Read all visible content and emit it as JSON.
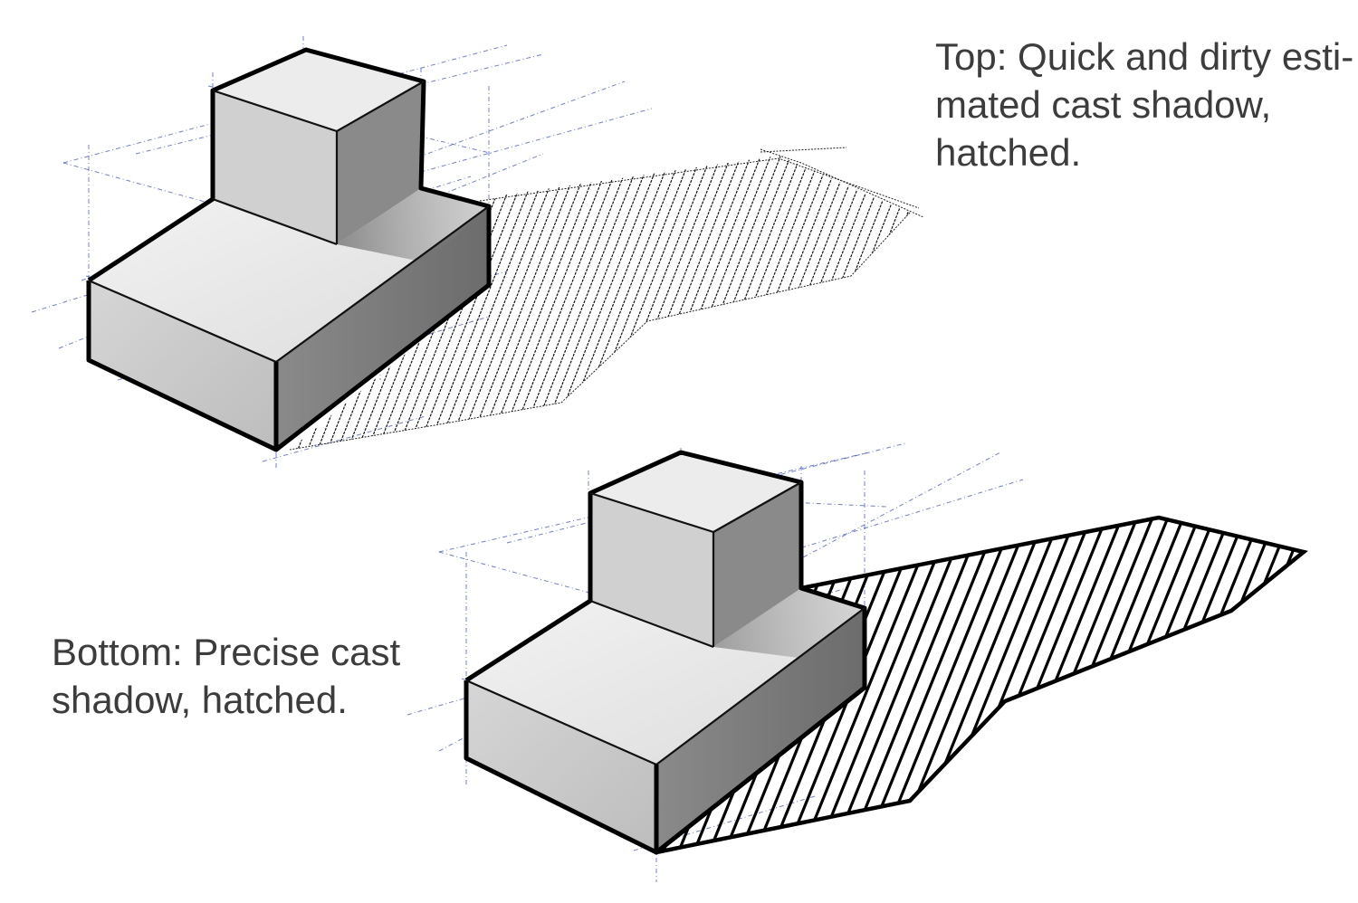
{
  "captions": {
    "top": {
      "lines": [
        "Top: Quick and dirty esti-",
        "mated cast shadow,",
        "hatched."
      ]
    },
    "bottom": {
      "lines": [
        "Bottom: Precise cast",
        "shadow, hatched."
      ]
    }
  },
  "colors": {
    "guide": "#2d47d8",
    "outline": "#000000",
    "face_top": "#ececec",
    "face_left": "#cdcdcd",
    "face_right": "#7a7a7a",
    "text": "#3c3c3c"
  }
}
